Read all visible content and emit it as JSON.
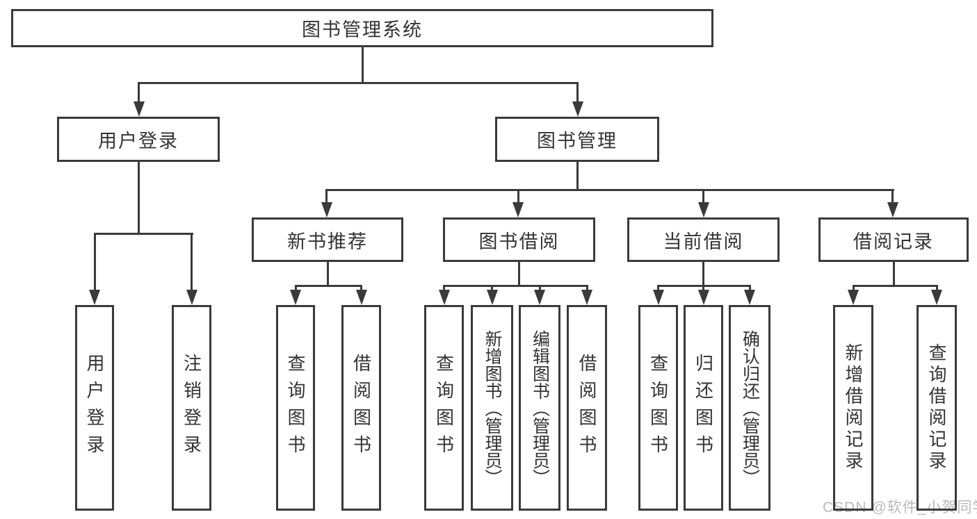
{
  "tree": {
    "root": {
      "label": "图书管理系统"
    },
    "branches": [
      {
        "label": "用户登录",
        "children": [
          {
            "label": "用户登录"
          },
          {
            "label": "注销登录"
          }
        ]
      },
      {
        "label": "图书管理",
        "children": [
          {
            "label": "新书推荐",
            "children": [
              {
                "label": "查询图书"
              },
              {
                "label": "借阅图书"
              }
            ]
          },
          {
            "label": "图书借阅",
            "children": [
              {
                "label": "查询图书"
              },
              {
                "label": "新增图书（管理员）"
              },
              {
                "label": "编辑图书（管理员）"
              },
              {
                "label": "借阅图书"
              }
            ]
          },
          {
            "label": "当前借阅",
            "children": [
              {
                "label": "查询图书"
              },
              {
                "label": "归还图书"
              },
              {
                "label": "确认归还（管理员）"
              }
            ]
          },
          {
            "label": "借阅记录",
            "children": [
              {
                "label": "新增借阅记录"
              },
              {
                "label": "查询借阅记录"
              }
            ]
          }
        ]
      }
    ]
  },
  "watermark": {
    "text": "CSDN @软件_小贺同学"
  },
  "colors": {
    "line": "#3a3a3a",
    "border": "#3a3a3a",
    "text": "#333333",
    "watermark": "#b9b9b9"
  }
}
